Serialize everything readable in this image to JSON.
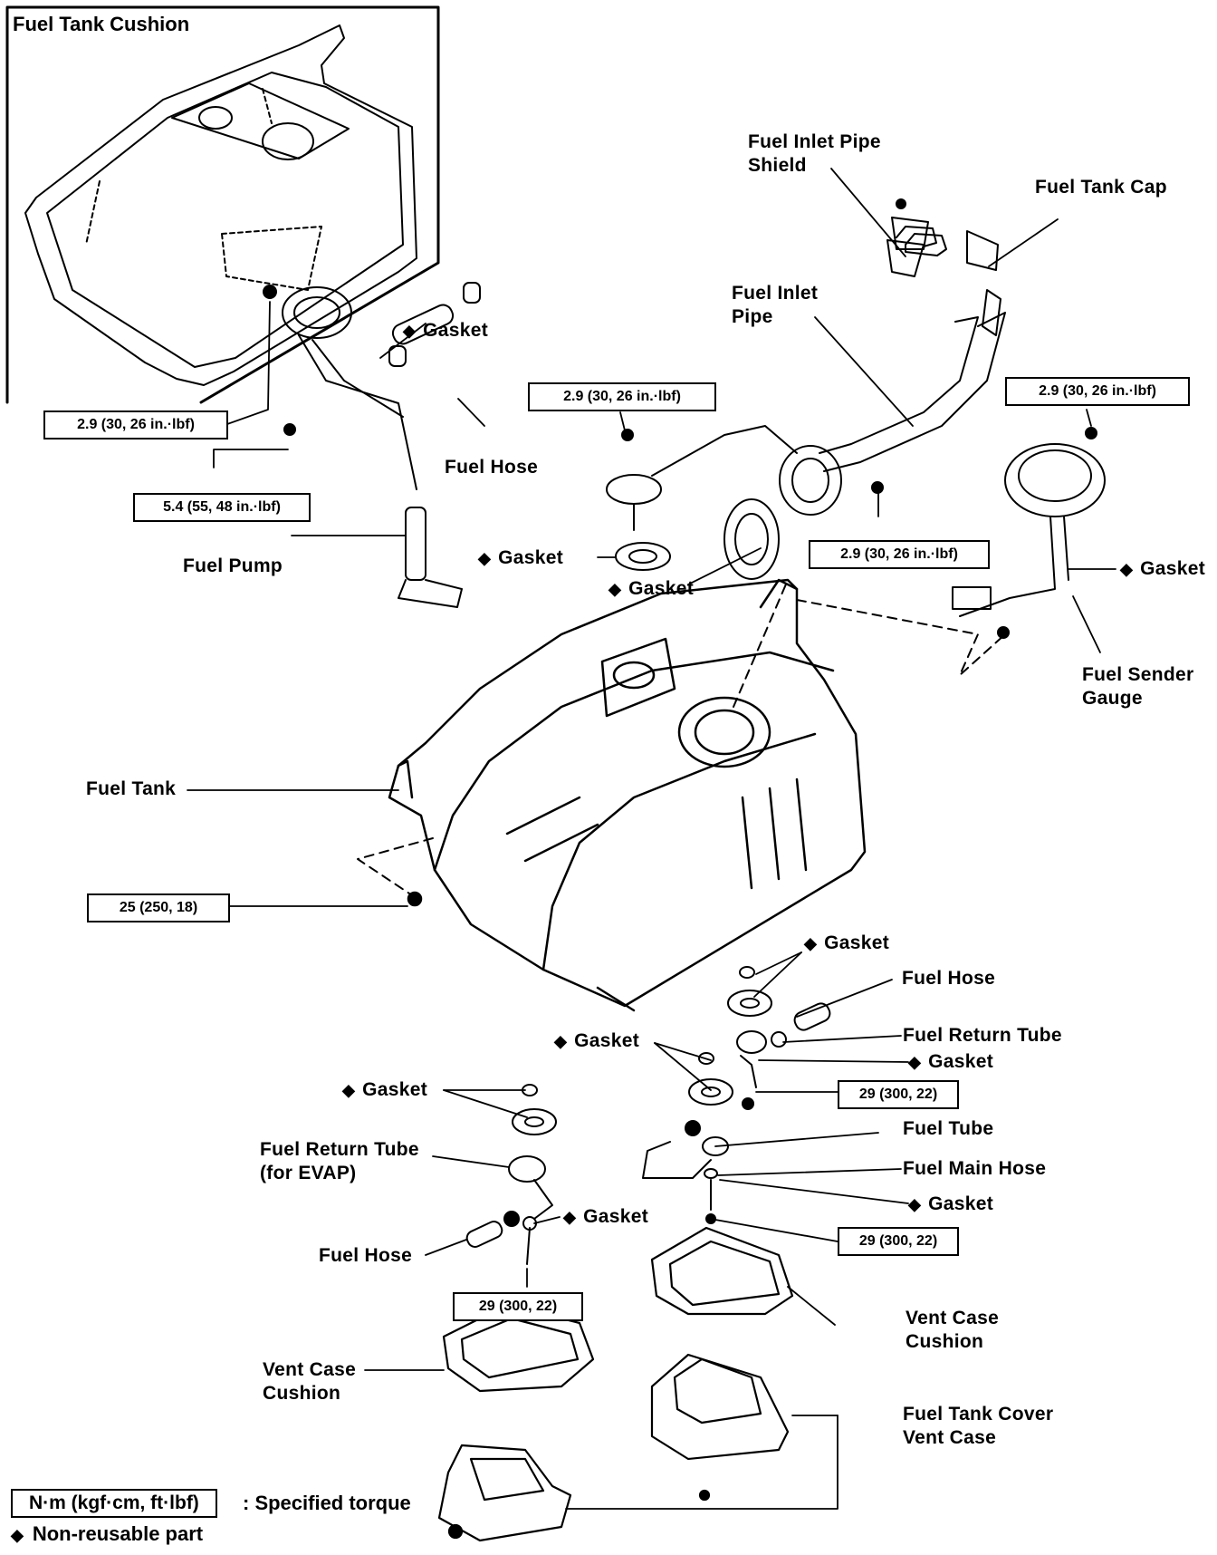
{
  "inset": {
    "title": "Fuel Tank Cushion"
  },
  "labels": {
    "fuel_inlet_pipe_shield": [
      "Fuel Inlet Pipe",
      "Shield"
    ],
    "fuel_tank_cap": "Fuel Tank Cap",
    "fuel_inlet_pipe": [
      "Fuel Inlet",
      "Pipe"
    ],
    "gasket_pump_top": "Gasket",
    "fuel_hose_top": "Fuel Hose",
    "fuel_pump": "Fuel Pump",
    "gasket_center_left": "Gasket",
    "gasket_center": "Gasket",
    "gasket_sender": "Gasket",
    "fuel_sender_gauge": [
      "Fuel Sender",
      "Gauge"
    ],
    "fuel_tank": "Fuel Tank",
    "gasket_lower_right_top": "Gasket",
    "fuel_hose_lower_right": "Fuel Hose",
    "gasket_lower_center": "Gasket",
    "fuel_return_tube": "Fuel Return Tube",
    "gasket_return_tube": "Gasket",
    "gasket_lower_left": "Gasket",
    "fuel_tube": "Fuel Tube",
    "fuel_return_tube_evap": [
      "Fuel Return Tube",
      "(for EVAP)"
    ],
    "fuel_main_hose": "Fuel Main Hose",
    "gasket_main_hose": "Gasket",
    "gasket_evap": "Gasket",
    "fuel_hose_lower_left": "Fuel Hose",
    "vent_case_cushion_right": [
      "Vent Case",
      "Cushion"
    ],
    "vent_case_cushion_left": [
      "Vent Case",
      "Cushion"
    ],
    "fuel_tank_cover_vent_case": [
      "Fuel Tank Cover",
      "Vent Case"
    ]
  },
  "torques": {
    "pump_bolt": "2.9 (30, 26 in.·lbf)",
    "pump_nut": "5.4 (55, 48 in.·lbf)",
    "center_bolt": "2.9 (30, 26 in.·lbf)",
    "sender_bolt": "2.9 (30, 26 in.·lbf)",
    "inlet_bolt": "2.9 (30, 26 in.·lbf)",
    "tank_bolt": "25 (250, 18)",
    "return_tube_bolt": "29 (300, 22)",
    "main_hose_bolt": "29 (300, 22)",
    "evap_bolt": "29 (300, 22)"
  },
  "legend": {
    "torque_unit": "N·m (kgf·cm, ft·lbf)",
    "torque_desc": ":  Specified torque",
    "nonreusable_symbol": "◆",
    "nonreusable_desc": "Non-reusable part"
  },
  "symbols": {
    "nonreusable": "◆"
  }
}
